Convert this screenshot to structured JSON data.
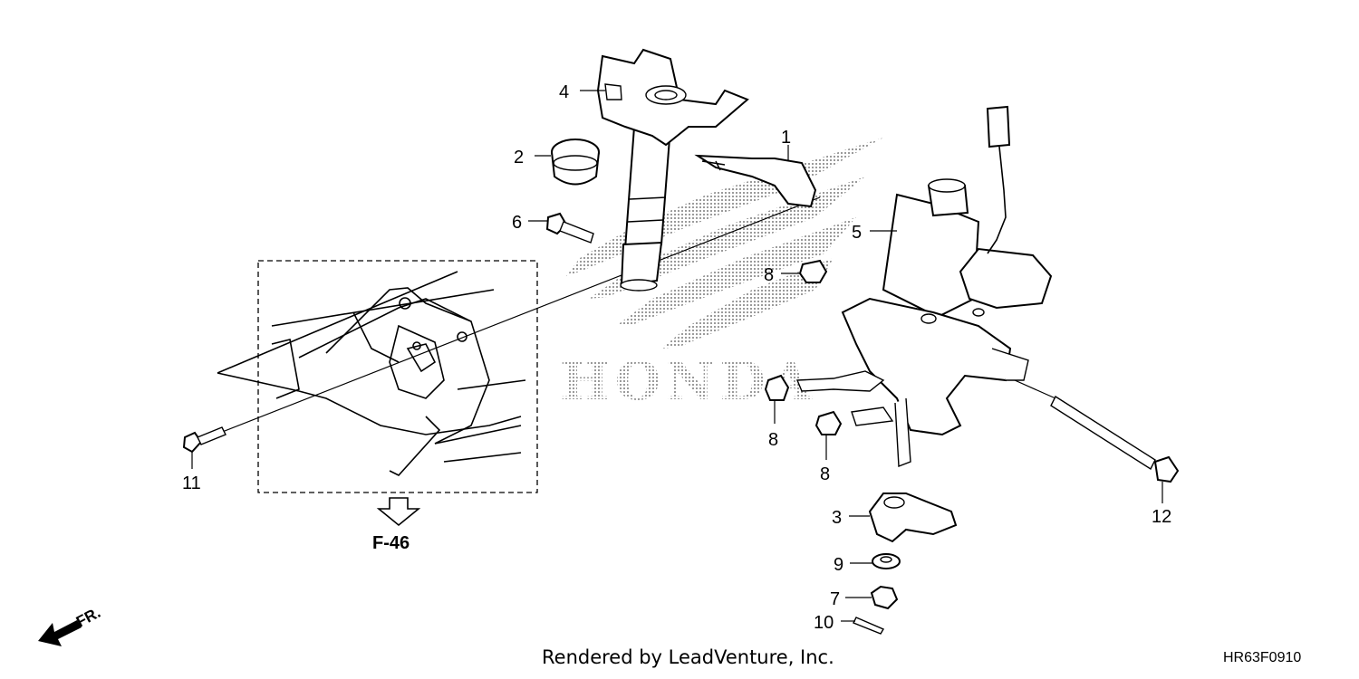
{
  "callouts": {
    "c1": "1",
    "c2": "2",
    "c3": "3",
    "c4": "4",
    "c5": "5",
    "c6": "6",
    "c7": "7",
    "c8a": "8",
    "c8b": "8",
    "c8c": "8",
    "c9": "9",
    "c10": "10",
    "c11": "11",
    "c12": "12"
  },
  "reference": {
    "label": "F-46"
  },
  "direction": {
    "label": "FR."
  },
  "watermark": {
    "text": "HONDA"
  },
  "footer": {
    "credit": "Rendered by LeadVenture, Inc.",
    "code": "HR63F0910"
  }
}
